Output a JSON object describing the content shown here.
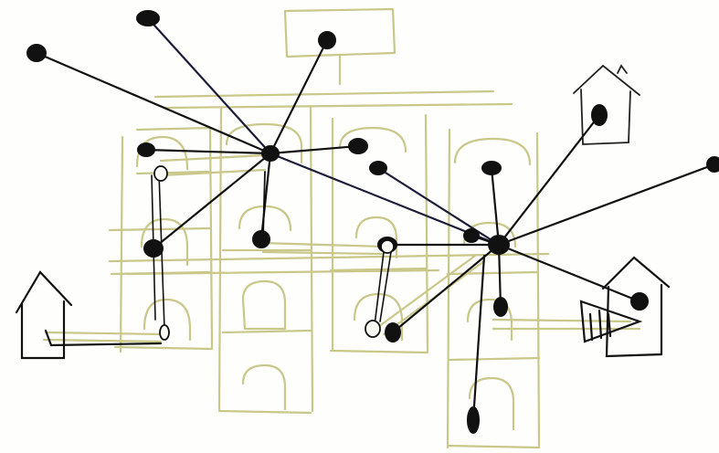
{
  "colors": {
    "paper": "#fefefc",
    "building_pencil": "#c9c78a",
    "building_pencil_dark": "#b5b36f",
    "ink": "#111111",
    "ink_blue": "#1b1b3a"
  },
  "diagram": {
    "kind": "hand-drawn network sketch over building outlines",
    "hubs": [
      "hub-upper",
      "hub-right"
    ],
    "open_nodes": 4,
    "filled_nodes": 20
  }
}
